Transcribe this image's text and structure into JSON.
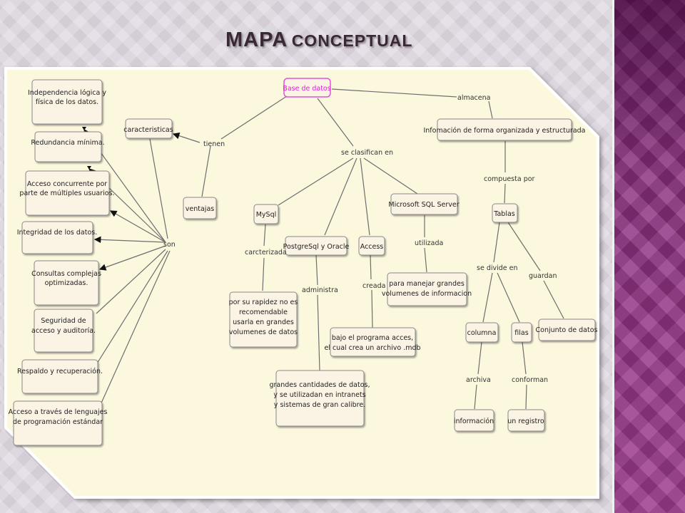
{
  "title": {
    "part1": "MAPA",
    "part2": "CONCEPTUAL"
  },
  "colors": {
    "accent": "#e020d8",
    "side_panel": "#8a2f7f",
    "panel_bg": "#fbf8de"
  },
  "concept_map": {
    "root": "Base de datos",
    "nodes": {
      "caracteristicas": "caracteristicas",
      "ventajas": "ventajas",
      "independencia": [
        "Independencia lógica y",
        "física de los datos."
      ],
      "redundancia": [
        "Redundancia mínima."
      ],
      "acceso": [
        "Acceso concurrente por",
        "parte de múltiples usuarios."
      ],
      "integridad": [
        "Integridad de los datos."
      ],
      "consultas": [
        "Consultas complejas",
        "optimizadas."
      ],
      "seguridad": [
        "Seguridad de",
        "acceso y auditoría."
      ],
      "respaldo": [
        "Respaldo y recuperación."
      ],
      "lenguajes": [
        "Acceso a través de lenguajes",
        "de programación estándar"
      ],
      "mysql": "MySql",
      "postgres": "PostgreSql y Oracle",
      "access": "Access",
      "mssql": "Microsoft SQL Server",
      "mysql_desc": [
        "por su rapidez no es",
        "recomendable",
        "usarla en grandes",
        "volumenes de datos"
      ],
      "postgres_desc": [
        "grandes cantidades de datos,",
        "y se utilizadan en intranets",
        "y sistemas de gran calibre."
      ],
      "access_desc": [
        "bajo el programa acces,",
        "el cual crea un archivo .mdb"
      ],
      "mssql_desc": [
        "para manejar grandes",
        "volumenes de informacion"
      ],
      "info": "Infomación de forma organizada y estructurada",
      "tablas": "Tablas",
      "columna": "columna",
      "filas": "filas",
      "conjunto": "Conjunto de datos",
      "informacion": "información",
      "registro": "un registro"
    },
    "links": {
      "tienen": "tienen",
      "son": "son",
      "se_clasifican": "se clasifican en",
      "almacena": "almacena",
      "compuesta_por": "compuesta por",
      "carcterizada": "carcterizada",
      "administra": "administra",
      "creada": "creada",
      "utilizada": "utilizada",
      "se_divide": "se divide en",
      "guardan": "guardan",
      "archiva": "archiva",
      "conforman": "conforman"
    }
  }
}
